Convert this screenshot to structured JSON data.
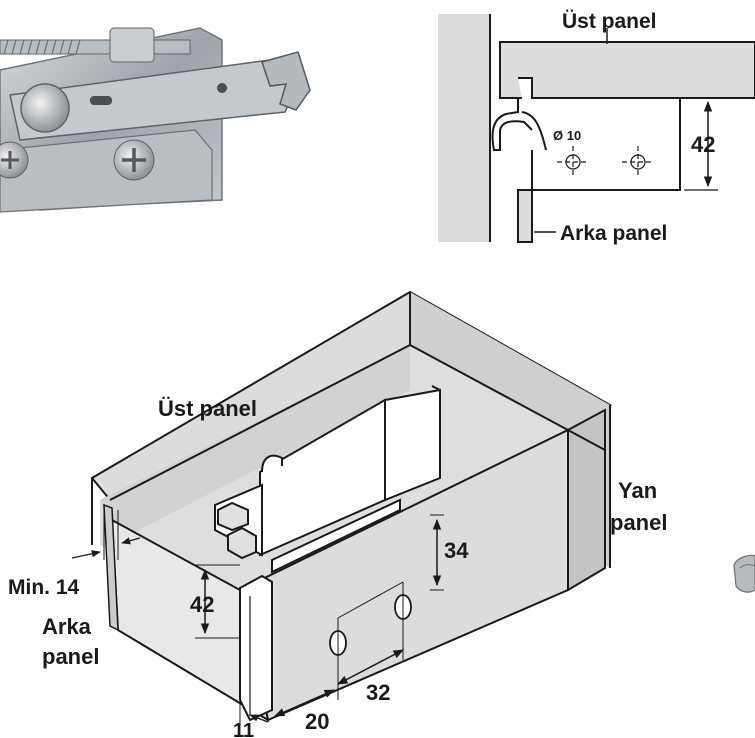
{
  "section_view": {
    "top_panel_label": "Üst panel",
    "dim_height": "42",
    "hole_diameter": "Ø 10",
    "back_panel_label": "Arka panel"
  },
  "iso_view": {
    "top_panel_label": "Üst panel",
    "side_panel_line1": "Yan",
    "side_panel_line2": "panel",
    "min_label": "Min. 14",
    "back_panel_line1": "Arka",
    "back_panel_line2": "panel",
    "dim_42": "42",
    "dim_34": "34",
    "dim_32": "32",
    "dim_20": "20",
    "dim_11": "11"
  },
  "photo": {
    "subject": "metal-bracket-hinge-photo"
  },
  "icons": [
    "metal-bracket-photo",
    "small-clip-icon"
  ],
  "colors": {
    "panel_fill": "#dcdcdc",
    "panel_dark": "#c8c8c8",
    "line": "#1a1a1a",
    "metal": "#a9aeb4"
  }
}
